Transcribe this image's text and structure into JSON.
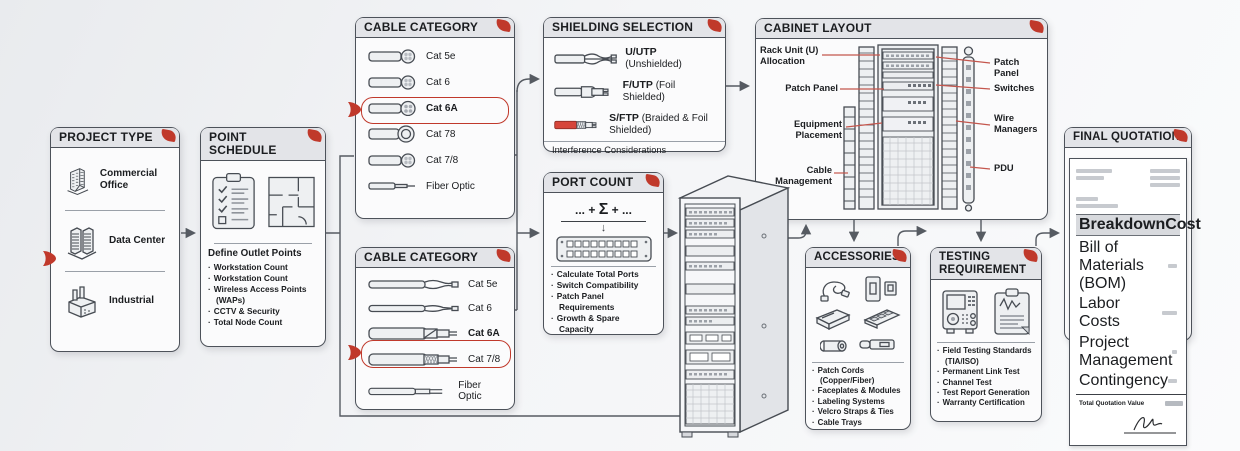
{
  "accent": "#c0392b",
  "icons": {
    "down_arrow": "↓"
  },
  "panels": {
    "project_type": {
      "title": "PROJECT TYPE",
      "items": [
        {
          "label": "Commercial Office"
        },
        {
          "label": "Data Center"
        },
        {
          "label": "Industrial"
        }
      ]
    },
    "point_schedule": {
      "title": "POINT SCHEDULE",
      "subtitle": "Define Outlet Points",
      "bullets": [
        "Workstation Count",
        "Workstation Count",
        "Wireless Access Points (WAPs)",
        "CCTV & Security",
        "Total Node Count"
      ]
    },
    "cable_category_top": {
      "title": "CABLE CATEGORY",
      "items": [
        {
          "label": "Cat 5e"
        },
        {
          "label": "Cat 6"
        },
        {
          "label": "Cat 6A",
          "selected": "true"
        },
        {
          "label": "Cat 78"
        },
        {
          "label": "Cat 7/8"
        },
        {
          "label": "Fiber Optic"
        }
      ]
    },
    "cable_category_bottom": {
      "title": "CABLE CATEGORY",
      "items": [
        {
          "label": "Cat 5e"
        },
        {
          "label": "Cat 6"
        },
        {
          "label": "Cat 6A"
        },
        {
          "label": "Cat 7/8",
          "selected": "true"
        },
        {
          "label": "Fiber Optic"
        }
      ]
    },
    "shielding_selection": {
      "title": "SHIELDING SELECTION",
      "items": [
        {
          "code": "U/UTP",
          "desc": "(Unshielded)"
        },
        {
          "code": "F/UTP",
          "desc": "(Foil Shielded)"
        },
        {
          "code": "S/FTP",
          "desc": "(Braided & Foil Shielded)"
        }
      ],
      "footer": "Interference Considerations"
    },
    "port_count": {
      "title": "PORT COUNT",
      "formula_left": "... + ",
      "formula_sigma": "Σ",
      "formula_right": " + ...",
      "bullets": [
        "Calculate Total Ports",
        "Switch Compatibility",
        "Patch Panel Requirements",
        "Growth & Spare Capacity"
      ]
    },
    "cabinet_layout": {
      "title": "CABINET LAYOUT",
      "left_labels": [
        "Rack Unit (U) Allocation",
        "Patch Panel",
        "Equipment Placement",
        "Cable Management"
      ],
      "right_labels": [
        "Patch Panel",
        "Switches",
        "Wire Managers",
        "PDU"
      ]
    },
    "accessories": {
      "title": "ACCESSORIES",
      "bullets": [
        "Patch Cords (Copper/Fiber)",
        "Faceplates & Modules",
        "Labeling Systems",
        "Velcro Straps & Ties",
        "Cable Trays"
      ]
    },
    "testing_requirement": {
      "title": "TESTING REQUIREMENT",
      "bullets": [
        "Field Testing Standards (TIA/ISO)",
        "Permanent Link Test",
        "Channel Test",
        "Test Report Generation",
        "Warranty Certification"
      ]
    },
    "final_quotation": {
      "title": "FINAL QUOTATION",
      "table": {
        "col_breakdown": "Breakdown",
        "col_cost": "Cost",
        "rows": [
          "Bill of Materials (BOM)",
          "Labor Costs",
          "Project Management",
          "Contingency"
        ],
        "total_label": "Total Quotation Value"
      }
    }
  }
}
